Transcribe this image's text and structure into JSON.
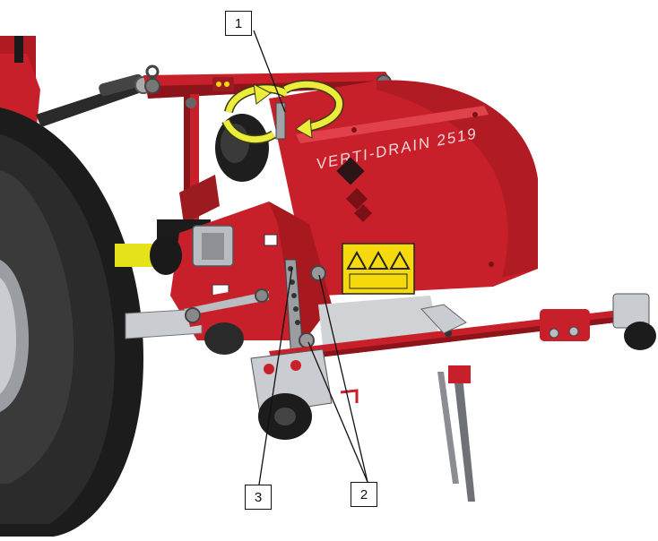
{
  "model_label": "VERTI-DRAIN 2519",
  "callouts": [
    {
      "id": "1",
      "label": "1"
    },
    {
      "id": "2",
      "label": "2"
    },
    {
      "id": "3",
      "label": "3"
    }
  ],
  "colors": {
    "machine_red": "#c8202a",
    "machine_red_dark": "#8e141b",
    "machine_red_light": "#e0414a",
    "tire_black": "#1c1c1c",
    "steel_grey": "#b9bcc0",
    "arrow_yellow": "#ecec3a",
    "warning_yellow": "#f5d90a",
    "driveshaft_yellow": "#e6e21a"
  }
}
